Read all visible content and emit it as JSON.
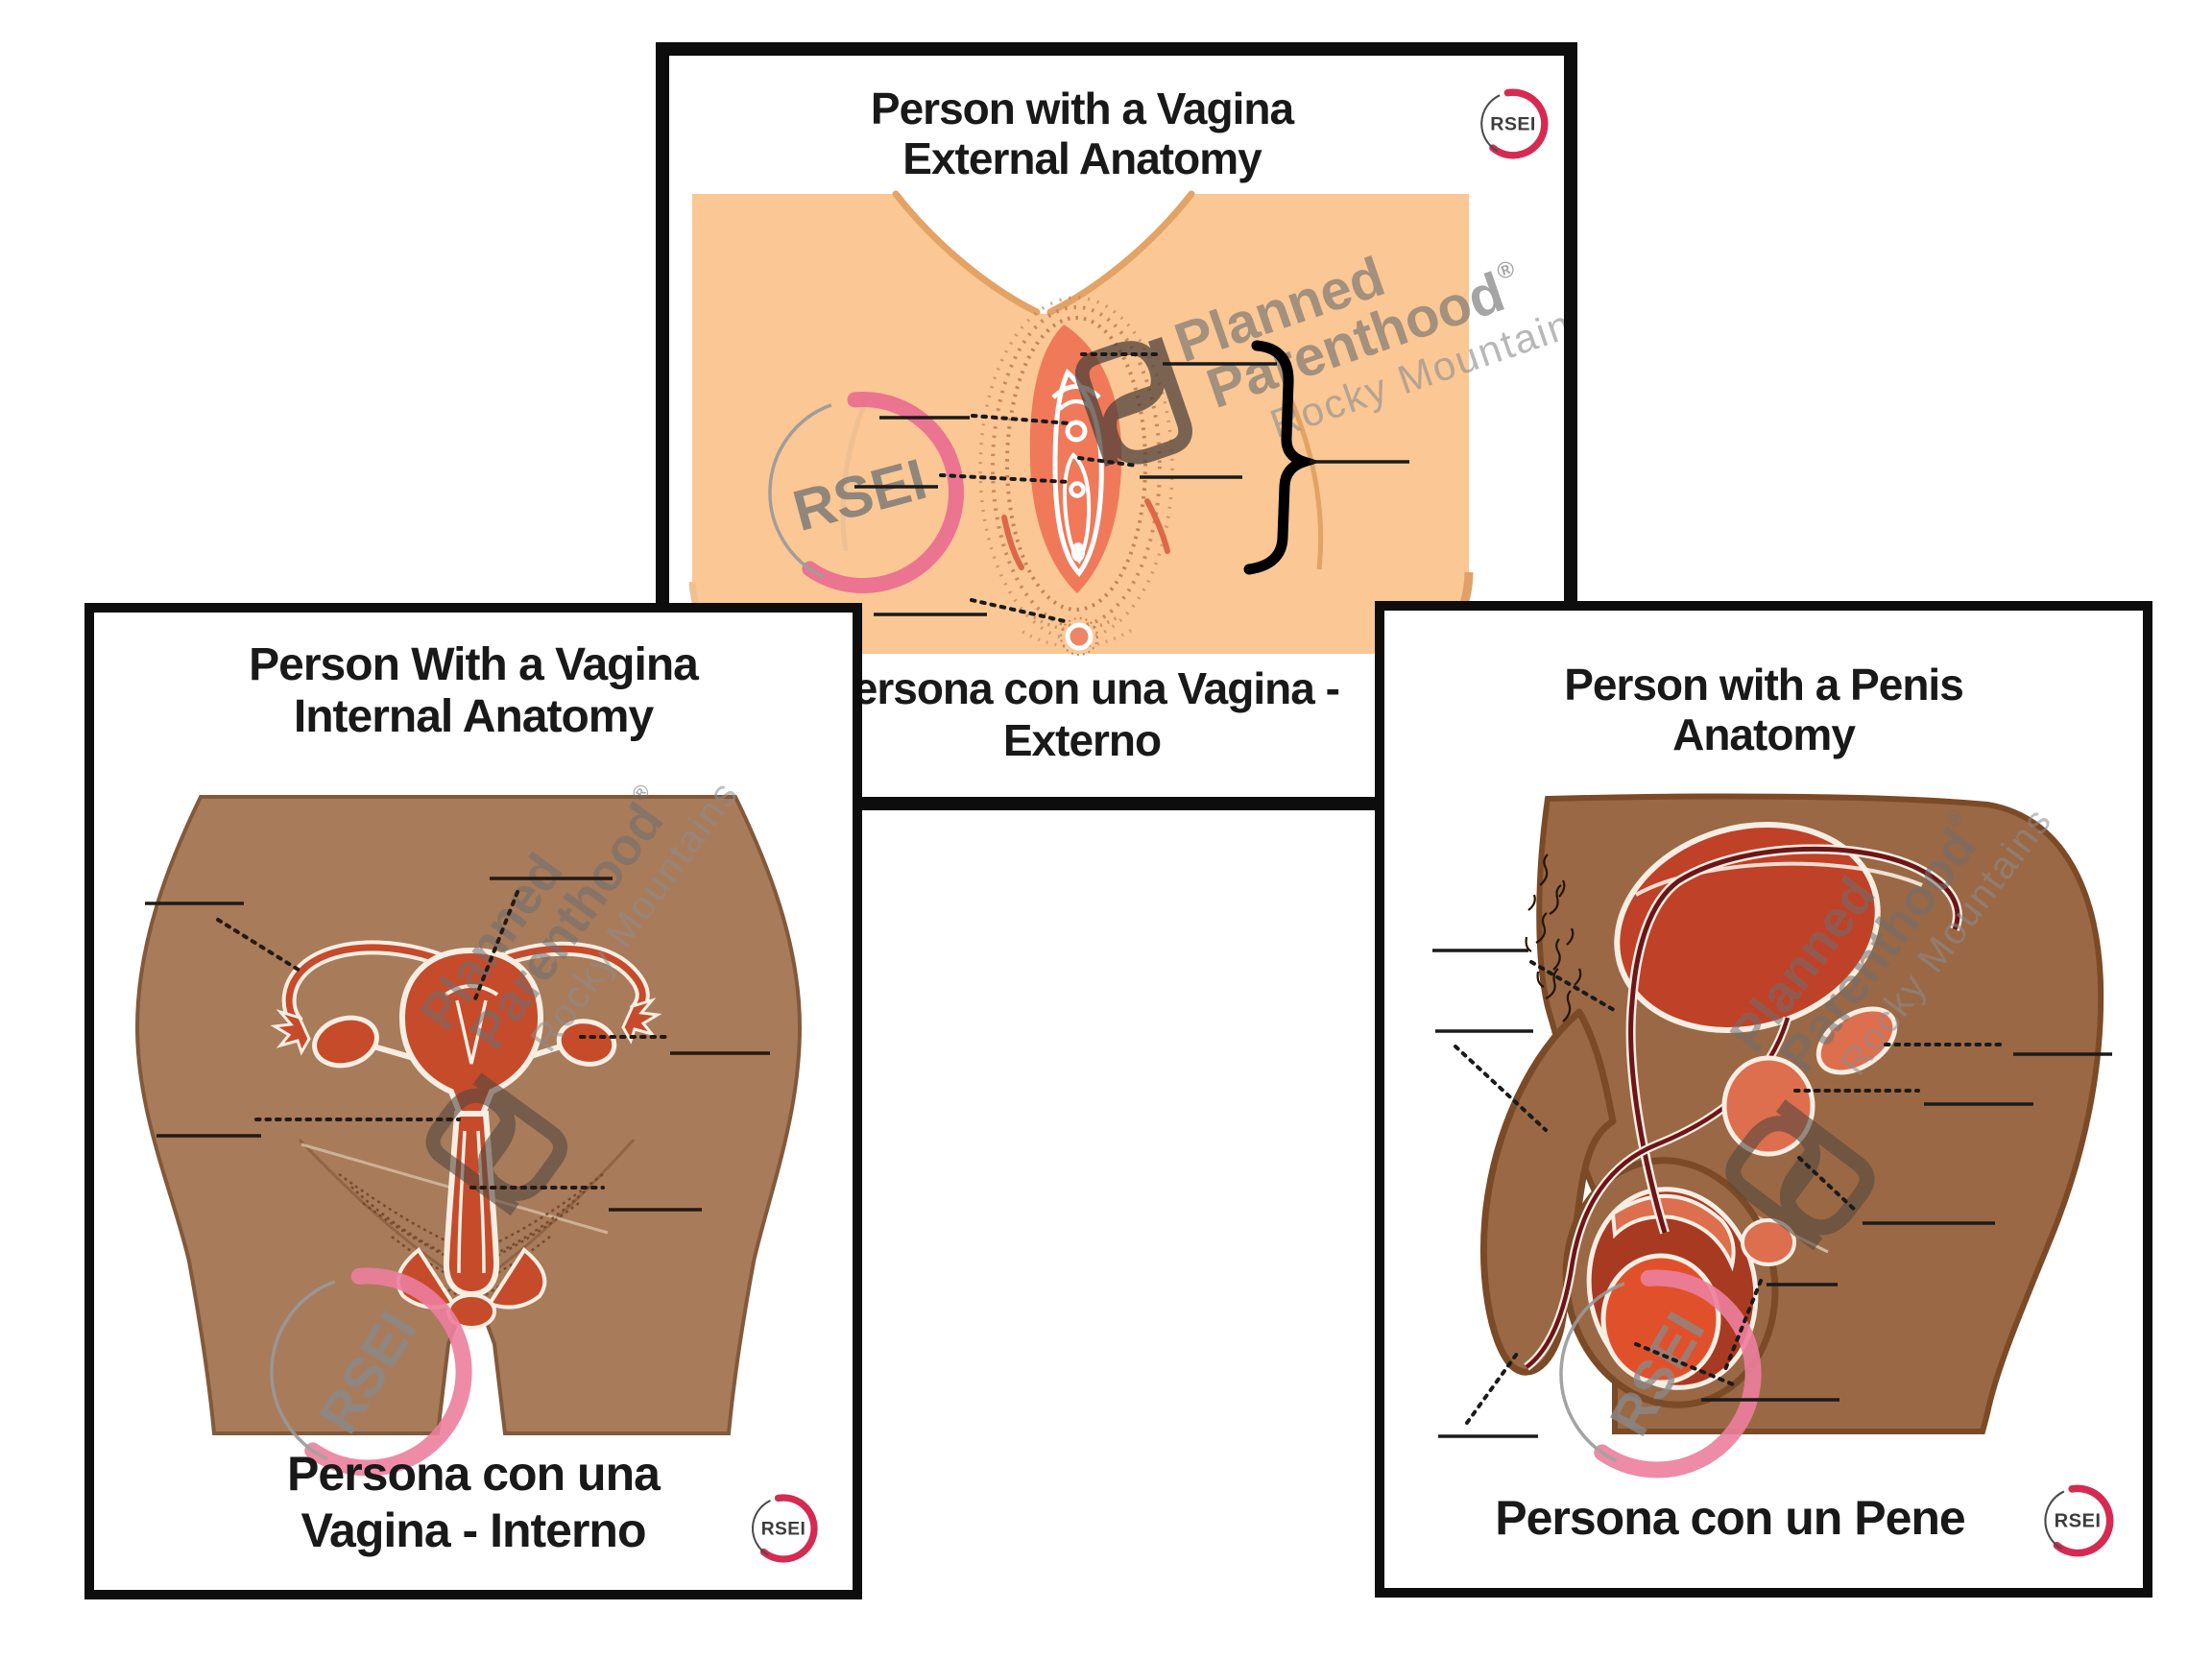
{
  "page": {
    "background": "#ffffff"
  },
  "brand": {
    "rsei_label": "RSEI",
    "pp_line1": "Planned",
    "pp_line2": "Parenthood",
    "pp_registered": "®",
    "pp_region": "Rocky Mountains"
  },
  "colors": {
    "card_border": "#0d0d0d",
    "title_text": "#191919",
    "rsei_crimson": "#D62A52",
    "rsei_watermark_pink": "#EC7A9C",
    "watermark_gray": "#6F6F6F",
    "watermark_glyph": "#4A3F38",
    "external_skin": "#FAC795",
    "external_skin_outline": "#DFA169",
    "external_vulva_coral": "#F0795A",
    "internal_skin_brown": "#A87B5B",
    "internal_organ_red": "#C64B2B",
    "outline_cream": "#F7EFE3",
    "penis_skin_brown": "#9A6845",
    "penis_skin_outline": "#7B4A26",
    "penis_bladder_red": "#BF4127",
    "penis_tube_maroon": "#6E1518",
    "penis_organ_salmon": "#DD6E4E",
    "penis_testis_orange": "#E0512B",
    "label_line": "#1a1a1a"
  },
  "cards": {
    "external": {
      "title_line1": "Person with a Vagina",
      "title_line2": "External Anatomy",
      "subtitle_line1": "Persona con una Vagina -",
      "subtitle_line2": "Externo"
    },
    "internal": {
      "title_line1": "Person With a Vagina",
      "title_line2": "Internal Anatomy",
      "subtitle_line1": "Persona con una",
      "subtitle_line2": "Vagina - Interno"
    },
    "penis": {
      "title_line1": "Person with a Penis",
      "title_line2": "Anatomy",
      "subtitle": "Persona con un Pene"
    }
  }
}
